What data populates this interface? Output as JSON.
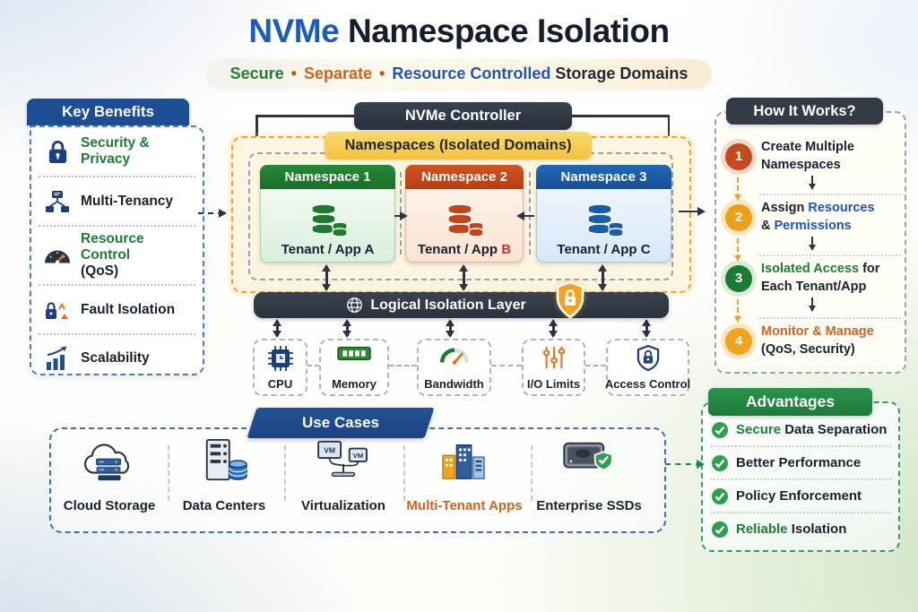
{
  "palette": {
    "brand_blue": "#1d5cbd",
    "dark_navy": "#141e2c",
    "panel_blue": "#1d4d94",
    "charcoal": "#2e3742",
    "gold_band": "#f7c84a",
    "cream": "#fcf5e0",
    "green": "#1e7d33",
    "orange": "#d2621f",
    "blue_text": "#1e56b8",
    "amber": "#f0a41f",
    "step1_red": "#c14a1e",
    "check_green": "#2e9e4f",
    "ns1_green": "#1d7a2e",
    "ns2_orange": "#c24619",
    "ns3_blue": "#1a5ca8",
    "tenant_b_red": "#c0392b",
    "advantages_green": "#1e7d39"
  },
  "title": {
    "brand": "NVMe",
    "rest": " Namespace Isolation"
  },
  "subtitle": {
    "secure": "Secure",
    "dot": "•",
    "separate": "Separate",
    "resource": "Resource Controlled",
    "rest": " Storage Domains"
  },
  "key_benefits": {
    "title": "Key Benefits",
    "items": [
      {
        "label": "Security & Privacy",
        "icon": "lock-icon"
      },
      {
        "label": "Multi-Tenancy",
        "icon": "multi-tenancy-icon"
      },
      {
        "label": "Resource Control",
        "sublabel": "(QoS)",
        "icon": "gauge-icon"
      },
      {
        "label": "Fault Isolation",
        "icon": "fault-isolation-icon"
      },
      {
        "label": "Scalability",
        "icon": "scalability-icon"
      }
    ]
  },
  "controller": {
    "label": "NVMe Controller"
  },
  "namespaces_band": {
    "label": "Namespaces (Isolated Domains)"
  },
  "namespaces": [
    {
      "title": "Namespace 1",
      "tenant": "Tenant / App ",
      "letter": "A"
    },
    {
      "title": "Namespace 2",
      "tenant": "Tenant / App ",
      "letter": "B"
    },
    {
      "title": "Namespace 3",
      "tenant": "Tenant / App ",
      "letter": "C"
    }
  ],
  "isolation_layer": {
    "label": "Logical Isolation Layer"
  },
  "resources": [
    {
      "label": "CPU",
      "icon": "cpu-icon"
    },
    {
      "label": "Memory",
      "icon": "memory-icon"
    },
    {
      "label": "Bandwidth",
      "icon": "bandwidth-gauge-icon"
    },
    {
      "label": "I/O Limits",
      "icon": "io-sliders-icon"
    },
    {
      "label": "Access Control",
      "icon": "shield-lock-icon"
    }
  ],
  "how_it_works": {
    "title": "How It Works?",
    "steps": [
      {
        "num": "1",
        "l1": "Create Multiple",
        "l2": "Namespaces"
      },
      {
        "num": "2",
        "l1a": "Assign ",
        "l1b": "Resources",
        "l2a": "& ",
        "l2b": "Permissions"
      },
      {
        "num": "3",
        "l1a": "Isolated Access",
        "l1b": " for",
        "l2": "Each Tenant/App"
      },
      {
        "num": "4",
        "l1": "Monitor & Manage",
        "l2": "(QoS, Security)"
      }
    ]
  },
  "advantages": {
    "title": "Advantages",
    "items": [
      {
        "highlight": "Secure",
        "rest": " Data Separation"
      },
      {
        "highlight": "",
        "rest": "Better Performance"
      },
      {
        "highlight": "",
        "rest": "Policy Enforcement"
      },
      {
        "highlight": "Reliable",
        "rest": " Isolation"
      }
    ]
  },
  "use_cases": {
    "title": "Use Cases",
    "vm_label": "VM",
    "items": [
      {
        "label": "Cloud Storage",
        "icon": "cloud-storage-icon"
      },
      {
        "label": "Data Centers",
        "icon": "data-centers-icon"
      },
      {
        "label": "Virtualization",
        "icon": "virtualization-icon"
      },
      {
        "label": "Multi-Tenant Apps",
        "icon": "multi-tenant-apps-icon"
      },
      {
        "label": "Enterprise SSDs",
        "icon": "enterprise-ssd-icon"
      }
    ]
  }
}
